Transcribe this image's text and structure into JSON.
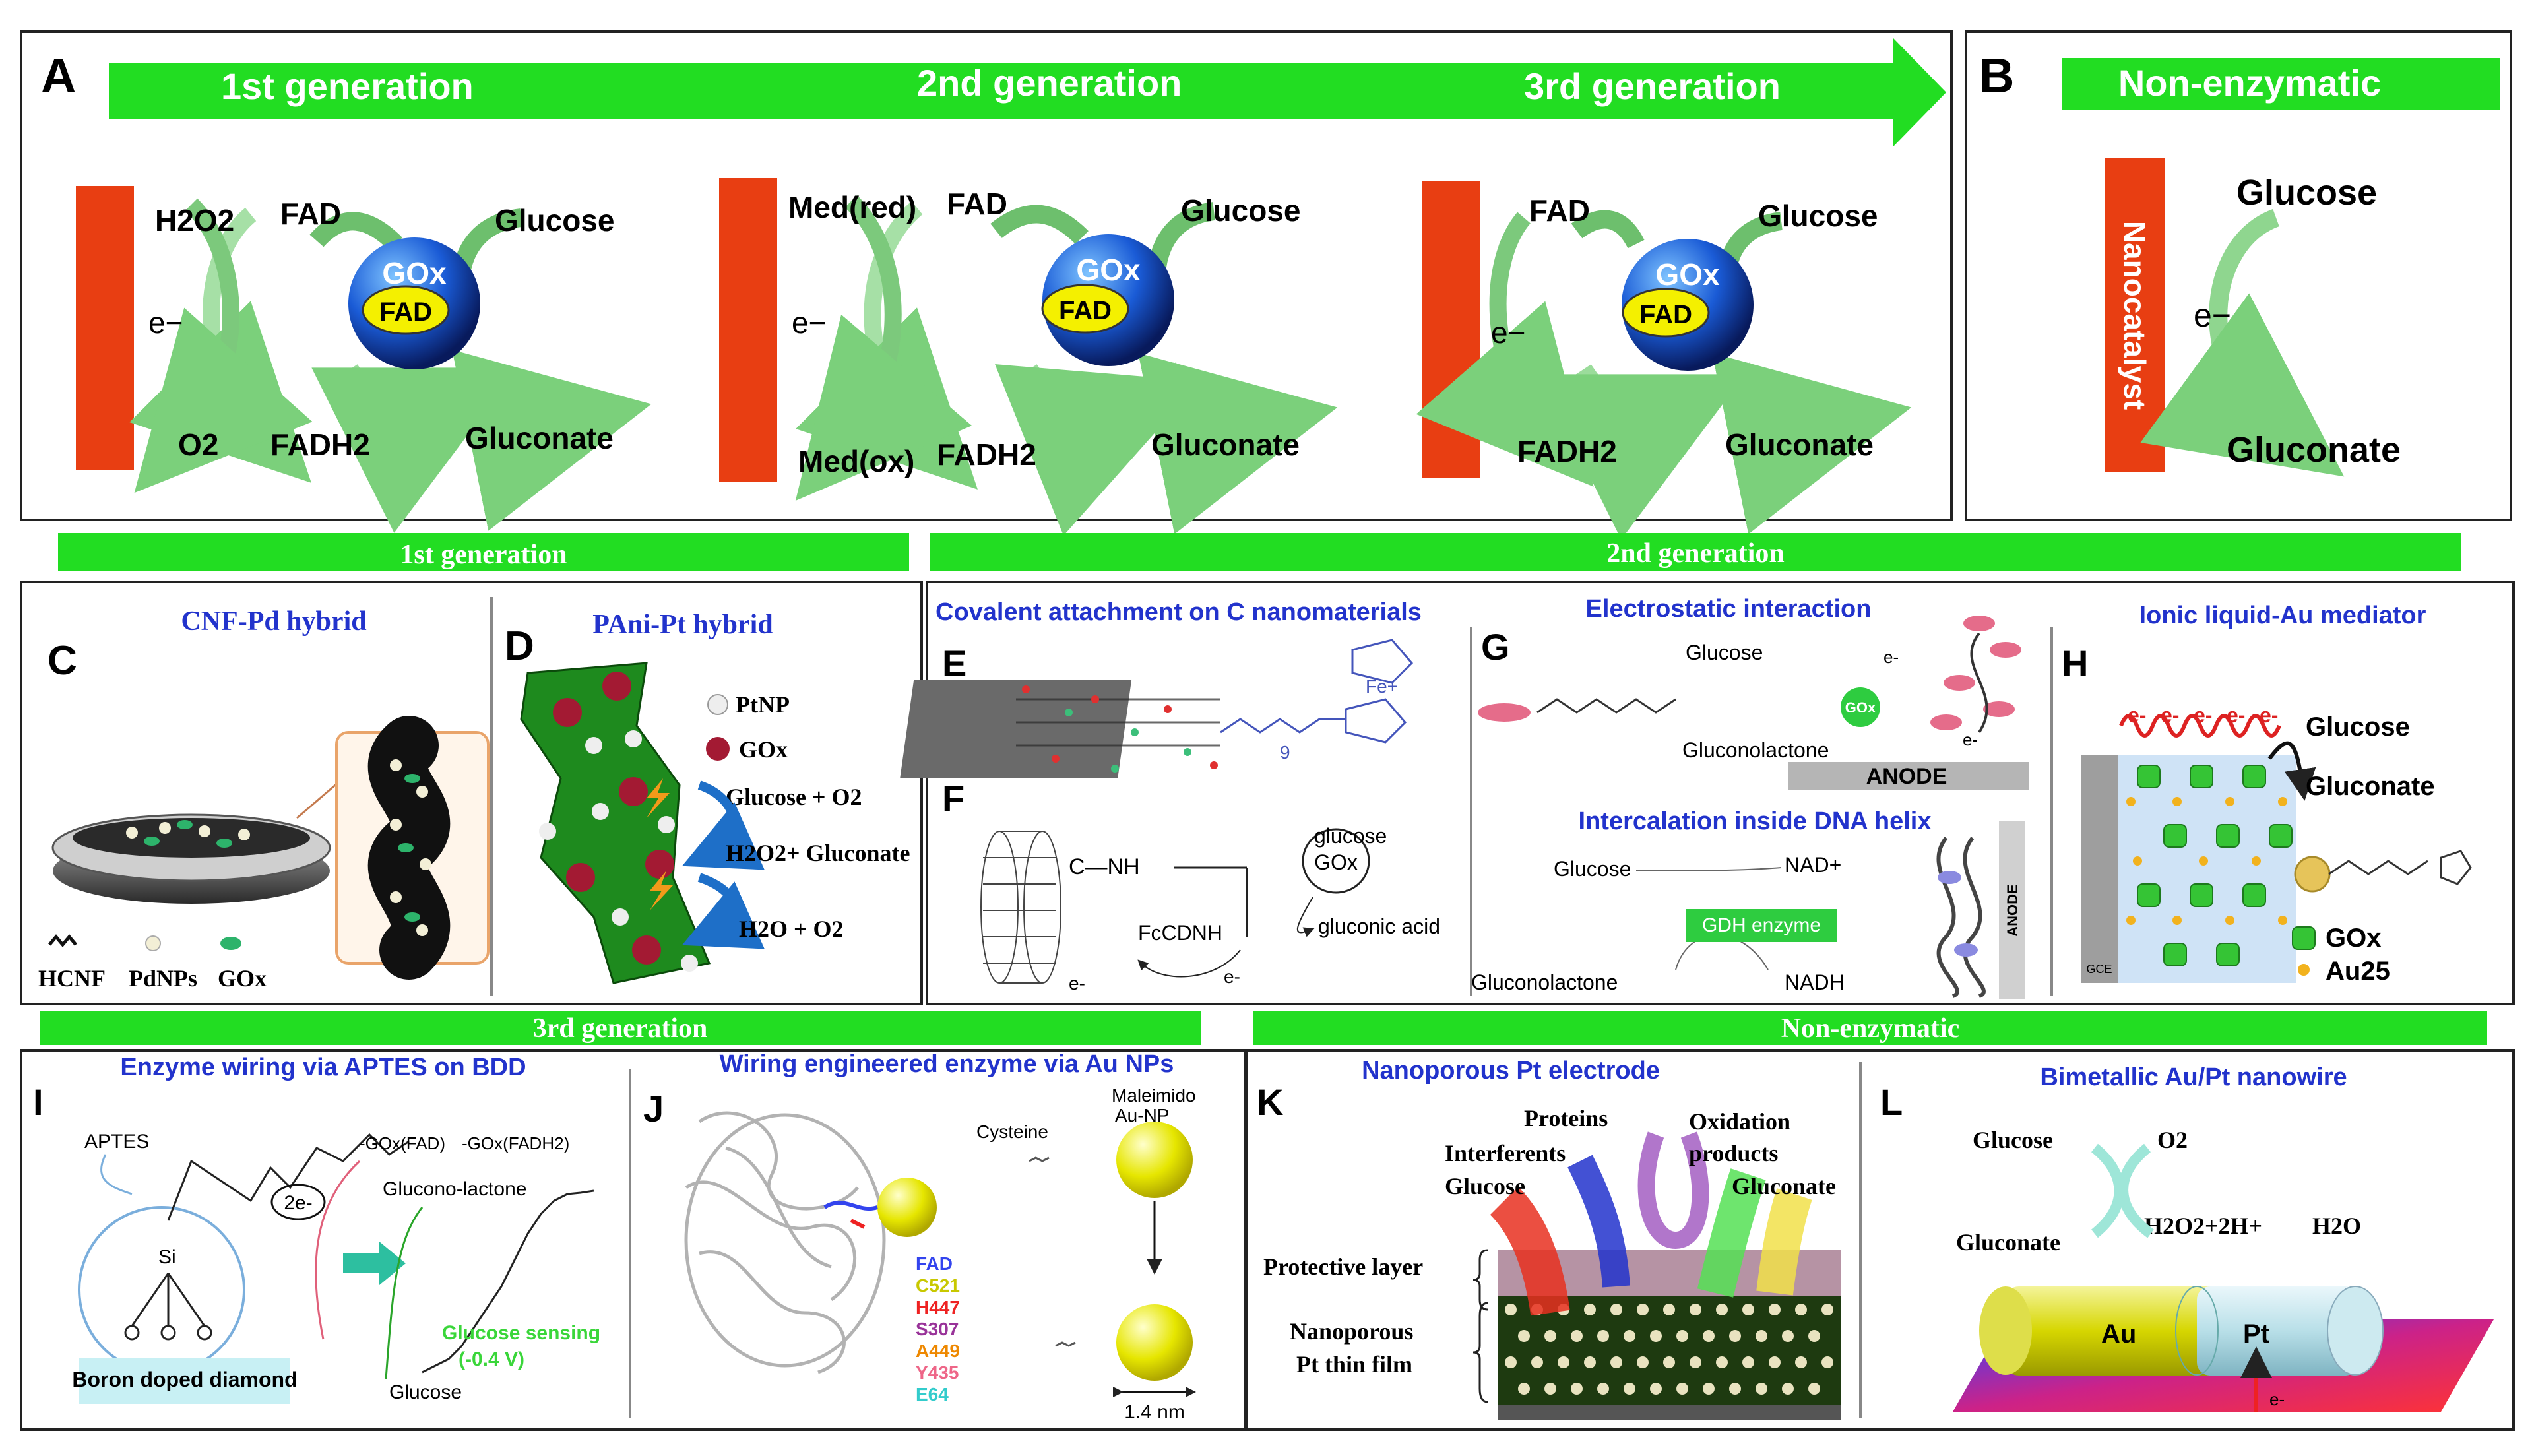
{
  "top": {
    "panel_a": "A",
    "panel_b": "B",
    "arrow_gen1": "1st generation",
    "arrow_gen2": "2nd generation",
    "arrow_gen3": "3rd generation",
    "b_header": "Non-enzymatic",
    "g1": {
      "h2o2": "H2O2",
      "fad": "FAD",
      "glucose": "Glucose",
      "gox": "GOx",
      "fad_in": "FAD",
      "e": "e−",
      "o2": "O2",
      "fadh2": "FADH2",
      "gluconate": "Gluconate"
    },
    "g2": {
      "medred": "Med(red)",
      "fad": "FAD",
      "glucose": "Glucose",
      "gox": "GOx",
      "fad_in": "FAD",
      "e": "e−",
      "medox": "Med(ox)",
      "fadh2": "FADH2",
      "gluconate": "Gluconate"
    },
    "g3": {
      "fad": "FAD",
      "glucose": "Glucose",
      "gox": "GOx",
      "fad_in": "FAD",
      "e": "e−",
      "fadh2": "FADH2",
      "gluconate": "Gluconate"
    },
    "b": {
      "nanocatalyst": "Nanocatalyst",
      "glucose": "Glucose",
      "e": "e−",
      "gluconate": "Gluconate"
    }
  },
  "bars": {
    "first": "1st generation",
    "second": "2nd generation",
    "third": "3rd generation",
    "nonenz": "Non-enzymatic"
  },
  "c": {
    "letter": "C",
    "title": "CNF-Pd hybrid",
    "leg_hcnf": "HCNF",
    "leg_pdnps": "PdNPs",
    "leg_gox": "GOx"
  },
  "d": {
    "letter": "D",
    "title": "PAni-Pt hybrid",
    "ptnp": "PtNP",
    "gox": "GOx",
    "r1": "Glucose + O2",
    "r2": "H2O2+ Gluconate",
    "r3": "H2O + O2"
  },
  "ef": {
    "title": "Covalent attachment on C nanomaterials",
    "e_letter": "E",
    "f_letter": "F",
    "fe": "Fe+",
    "n9": "9",
    "glucose": "glucose",
    "gox": "GOx",
    "conh": "C—NH",
    "fccdnh": "FcCDNH",
    "gluconic": "gluconic acid",
    "e1": "e-",
    "e2": "e-"
  },
  "g": {
    "letter": "G",
    "title": "Electrostatic interaction",
    "glucose": "Glucose",
    "gox": "GOx",
    "gluconolactone": "Gluconolactone",
    "anode": "ANODE",
    "e1": "e-",
    "e2": "e-",
    "title2": "Intercalation inside DNA helix",
    "glucose2": "Glucose",
    "nad": "NAD+",
    "gdh": "GDH enzyme",
    "gluconolactone2": "Gluconolactone",
    "nadh": "NADH",
    "anode2": "ANODE"
  },
  "h": {
    "letter": "H",
    "title": "Ionic liquid-Au mediator",
    "e": "e-",
    "glucose": "Glucose",
    "gluconate": "Gluconate",
    "gox": "GOx",
    "au25": "Au25",
    "gce": "GCE"
  },
  "i": {
    "letter": "I",
    "title": "Enzyme wiring via APTES on BDD",
    "aptes": "APTES",
    "si": "Si",
    "bdd": "Boron doped diamond",
    "twoe": "2e-",
    "gox_fad": "-GOx(FAD)",
    "gox_fadh2": "-GOx(FADH2)",
    "lactone": "Glucono-lactone",
    "sensing": "Glucose sensing",
    "volt": "(-0.4 V)",
    "glucose": "Glucose"
  },
  "j": {
    "letter": "J",
    "title": "Wiring engineered enzyme via Au NPs",
    "cysteine": "Cysteine",
    "maleimido": "Maleimido",
    "aunp": "Au-NP",
    "scale": "1.4 nm",
    "legend": [
      {
        "t": "FAD",
        "c": "#3344ee"
      },
      {
        "t": "C521",
        "c": "#c8c800"
      },
      {
        "t": "H447",
        "c": "#ee2222"
      },
      {
        "t": "S307",
        "c": "#993399"
      },
      {
        "t": "A449",
        "c": "#ee8800"
      },
      {
        "t": "Y435",
        "c": "#ee6688"
      },
      {
        "t": "E64",
        "c": "#33cccc"
      }
    ]
  },
  "k": {
    "letter": "K",
    "title": "Nanoporous Pt electrode",
    "proteins": "Proteins",
    "interferents": "Interferents",
    "glucose": "Glucose",
    "oxidation": "Oxidation",
    "products": "products",
    "gluconate": "Gluconate",
    "protective": "Protective layer",
    "nano1": "Nanoporous",
    "nano2": "Pt thin film"
  },
  "l": {
    "letter": "L",
    "title": "Bimetallic Au/Pt nanowire",
    "glucose": "Glucose",
    "o2": "O2",
    "gluconate": "Gluconate",
    "h2o2": "H2O2+2H+",
    "h2o": "H2O",
    "au": "Au",
    "pt": "Pt",
    "e": "e-"
  }
}
